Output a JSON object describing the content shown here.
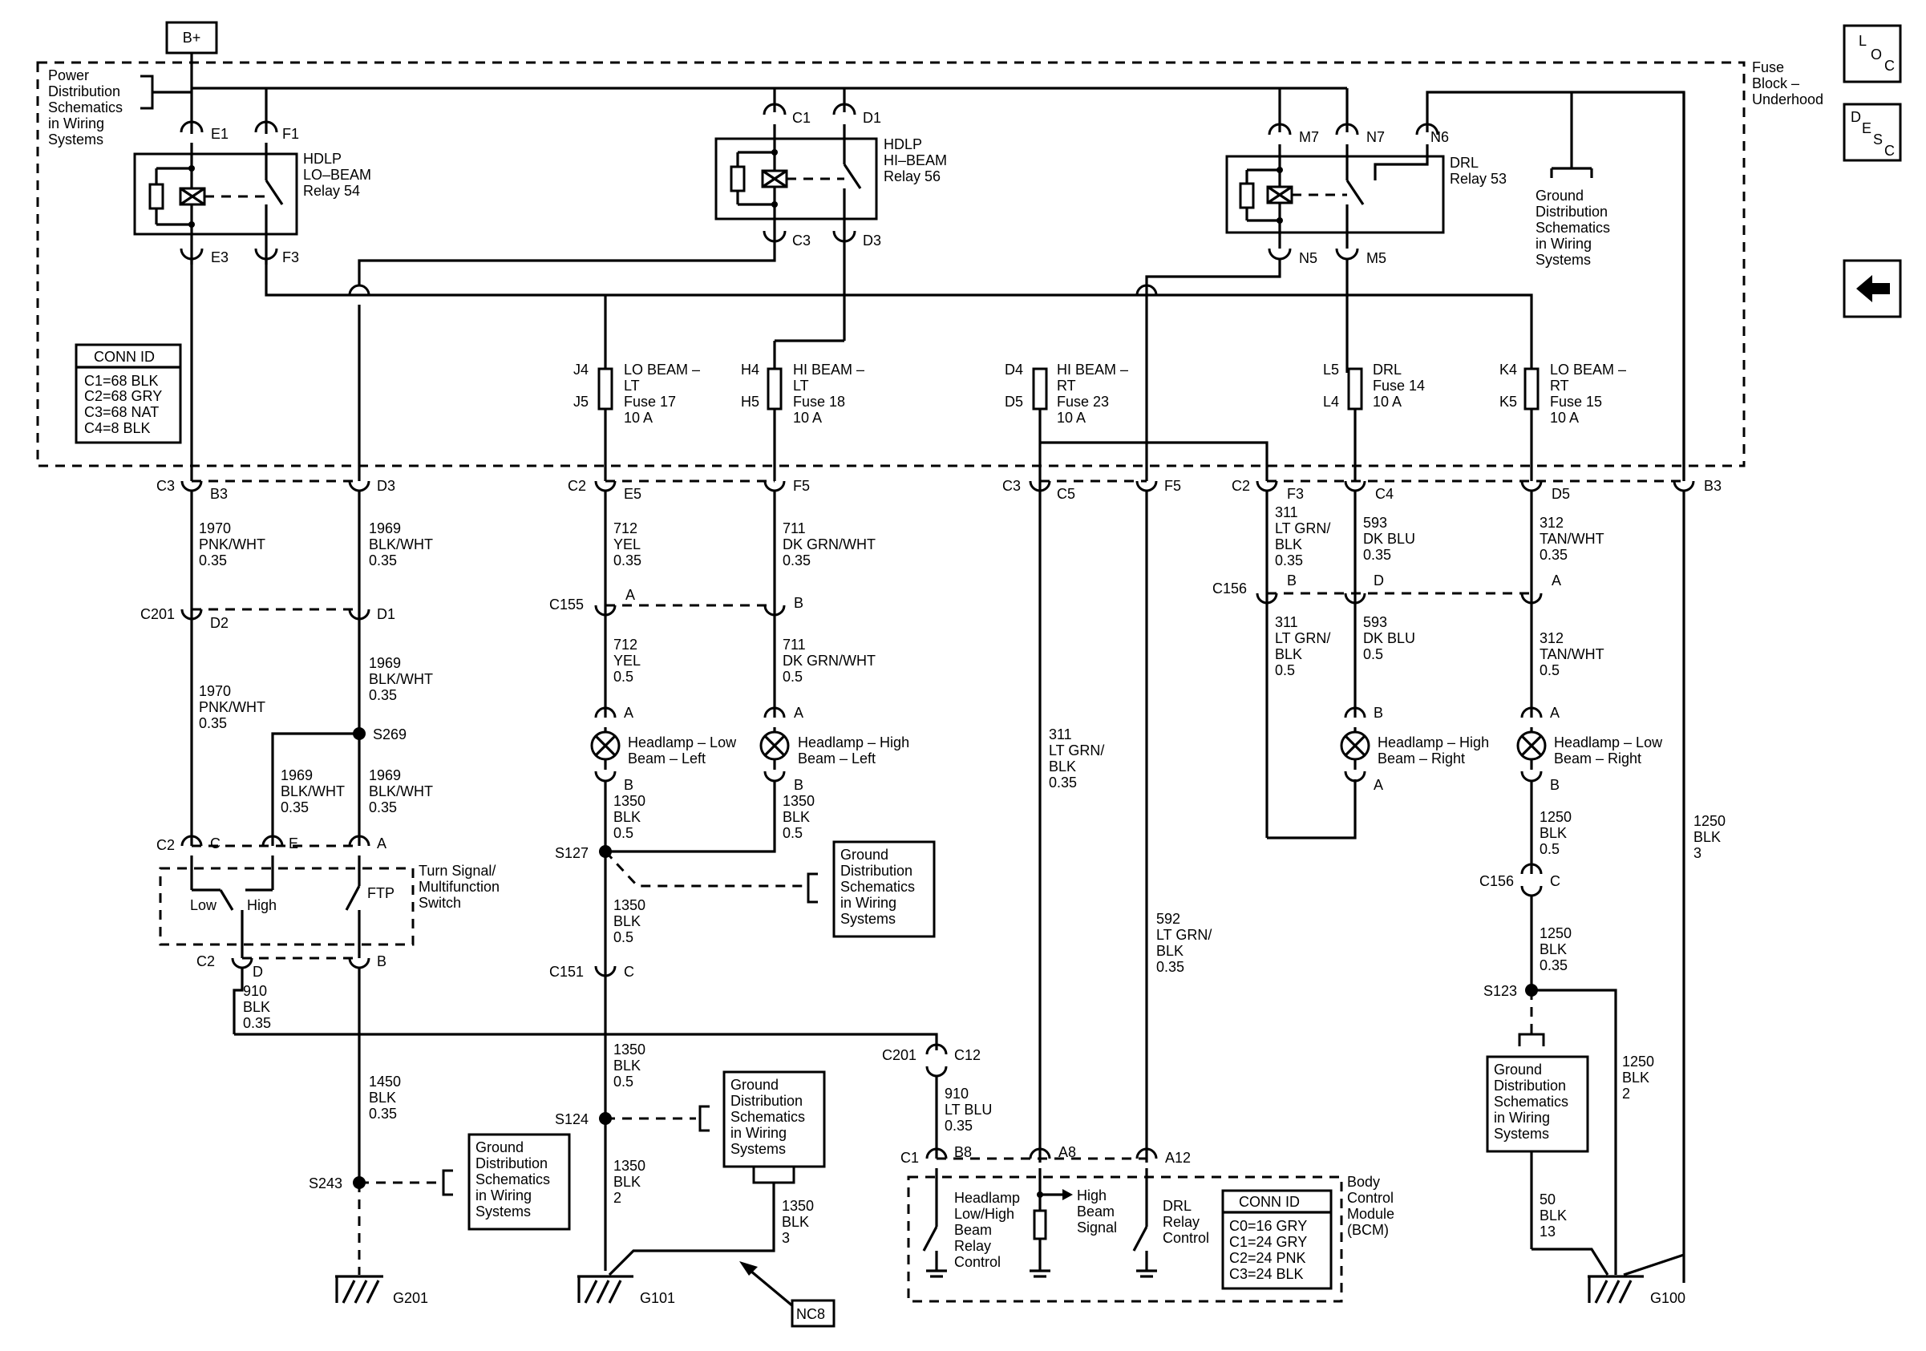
{
  "top_labels": {
    "battery": "B+",
    "power_dist": [
      "Power",
      "Distribution",
      "Schematics",
      "in Wiring",
      "Systems"
    ],
    "fuse_block": [
      "Fuse",
      "Block –",
      "Underhood"
    ]
  },
  "nav": {
    "loc": [
      "L",
      "O",
      "C"
    ],
    "desc": [
      "D",
      "E",
      "S",
      "C"
    ],
    "back_arrow": "left-arrow-icon"
  },
  "relays": {
    "lo": {
      "pins": [
        "E1",
        "F1",
        "E3",
        "F3"
      ],
      "label": [
        "HDLP",
        "LO–BEAM",
        "Relay 54"
      ]
    },
    "hi": {
      "pins": [
        "C1",
        "D1",
        "C3",
        "D3"
      ],
      "label": [
        "HDLP",
        "HI–BEAM",
        "Relay 56"
      ]
    },
    "drl": {
      "pins": [
        "M7",
        "N7",
        "N6",
        "N5",
        "M5"
      ],
      "label": [
        "DRL",
        "Relay 53"
      ]
    }
  },
  "ground_dist_top": [
    "Ground",
    "Distribution",
    "Schematics",
    "in Wiring",
    "Systems"
  ],
  "conn_id_1": {
    "title": "CONN ID",
    "rows": [
      "C1=68 BLK",
      "C2=68 GRY",
      "C3=68 NAT",
      "C4=8 BLK"
    ]
  },
  "fuses": [
    {
      "pins": [
        "J4",
        "J5"
      ],
      "label": [
        "LO BEAM –",
        "LT",
        "Fuse 17",
        "10 A"
      ]
    },
    {
      "pins": [
        "H4",
        "H5"
      ],
      "label": [
        "HI BEAM –",
        "LT",
        "Fuse 18",
        "10 A"
      ]
    },
    {
      "pins": [
        "D4",
        "D5"
      ],
      "label": [
        "HI BEAM –",
        "RT",
        "Fuse 23",
        "10 A"
      ]
    },
    {
      "pins": [
        "L5",
        "L4"
      ],
      "label": [
        "DRL",
        "Fuse 14",
        "10 A"
      ]
    },
    {
      "pins": [
        "K4",
        "K5"
      ],
      "label": [
        "LO BEAM –",
        "RT",
        "Fuse 15",
        "10 A"
      ]
    }
  ],
  "connectors_row": {
    "c3": "C3",
    "b3": "B3",
    "d3": "D3",
    "c2a": "C2",
    "e5": "E5",
    "f5": "F5",
    "c3b": "C3",
    "c5": "C5",
    "f5b": "F5",
    "c2b": "C2",
    "f3": "F3",
    "c4": "C4",
    "d5": "D5",
    "b3r": "B3"
  },
  "wires": {
    "w1970a": [
      "1970",
      "PNK/WHT",
      "0.35"
    ],
    "w1969a": [
      "1969",
      "BLK/WHT",
      "0.35"
    ],
    "w712a": [
      "712",
      "YEL",
      "0.35"
    ],
    "w711a": [
      "711",
      "DK GRN/WHT",
      "0.35"
    ],
    "w311a": [
      "311",
      "LT GRN/",
      "BLK",
      "0.35"
    ],
    "w593a": [
      "593",
      "DK BLU",
      "0.35"
    ],
    "w312a": [
      "312",
      "TAN/WHT",
      "0.35"
    ],
    "w1970b": [
      "1970",
      "PNK/WHT",
      "0.35"
    ],
    "w1969b": [
      "1969",
      "BLK/WHT",
      "0.35"
    ],
    "w1969c": [
      "1969",
      "BLK/WHT",
      "0.35"
    ],
    "w1969d": [
      "1969",
      "BLK/WHT",
      "0.35"
    ],
    "w712b": [
      "712",
      "YEL",
      "0.5"
    ],
    "w711b": [
      "711",
      "DK GRN/WHT",
      "0.5"
    ],
    "w311b": [
      "311",
      "LT GRN/",
      "BLK",
      "0.5"
    ],
    "w593b": [
      "593",
      "DK BLU",
      "0.5"
    ],
    "w312b": [
      "312",
      "TAN/WHT",
      "0.5"
    ],
    "w311c": [
      "311",
      "LT GRN/",
      "BLK",
      "0.35"
    ],
    "w592": [
      "592",
      "LT GRN/",
      "BLK",
      "0.35"
    ],
    "w1350a": [
      "1350",
      "BLK",
      "0.5"
    ],
    "w1350b": [
      "1350",
      "BLK",
      "0.5"
    ],
    "w1350c": [
      "1350",
      "BLK",
      "0.5"
    ],
    "w1350d": [
      "1350",
      "BLK",
      "0.5"
    ],
    "w1350e": [
      "1350",
      "BLK",
      "2"
    ],
    "w1350f": [
      "1350",
      "BLK",
      "3"
    ],
    "w910a": [
      "910",
      "BLK",
      "0.35"
    ],
    "w910b": [
      "910",
      "LT BLU",
      "0.35"
    ],
    "w1450": [
      "1450",
      "BLK",
      "0.35"
    ],
    "w1250a": [
      "1250",
      "BLK",
      "0.5"
    ],
    "w1250b": [
      "1250",
      "BLK",
      "0.35"
    ],
    "w1250c": [
      "1250",
      "BLK",
      "2"
    ],
    "w1250d": [
      "1250",
      "BLK",
      "3"
    ],
    "w50": [
      "50",
      "BLK",
      "13"
    ]
  },
  "c201": {
    "name": "C201",
    "d2": "D2",
    "d1": "D1"
  },
  "c155": {
    "name": "C155",
    "a": "A",
    "b": "B"
  },
  "c156": {
    "name": "C156",
    "b": "B",
    "d": "D",
    "a": "A"
  },
  "splices": {
    "s269": "S269",
    "s127": "S127",
    "s124": "S124",
    "s243": "S243",
    "s123": "S123"
  },
  "lamps": {
    "lo_left": {
      "label": [
        "Headlamp – Low",
        "Beam – Left"
      ],
      "a": "A",
      "b": "B"
    },
    "hi_left": {
      "label": [
        "Headlamp – High",
        "Beam – Left"
      ],
      "a": "A",
      "b": "B"
    },
    "hi_right": {
      "label": [
        "Headlamp – High",
        "Beam – Right"
      ],
      "a": "A",
      "b": "B"
    },
    "lo_right": {
      "label": [
        "Headlamp – Low",
        "Beam – Right"
      ],
      "a": "A",
      "b": "B"
    }
  },
  "switch": {
    "c2": "C2",
    "c": "C",
    "e": "E",
    "a": "A",
    "label": [
      "Turn Signal/",
      "Multifunction",
      "Switch"
    ],
    "low": "Low",
    "high": "High",
    "ftp": "FTP",
    "c2b": "C2",
    "d": "D",
    "b": "B"
  },
  "ground_dist": [
    "Ground",
    "Distribution",
    "Schematics",
    "in Wiring",
    "Systems"
  ],
  "c151": {
    "name": "C151",
    "pin": "C"
  },
  "c201b": {
    "name": "C201",
    "pin": "C12"
  },
  "c156b": {
    "name": "C156",
    "pin": "C"
  },
  "bcm": {
    "c1": "C1",
    "b8": "B8",
    "a8": "A8",
    "a12": "A12",
    "relay_ctrl": [
      "Headlamp",
      "Low/High",
      "Beam",
      "Relay",
      "Control"
    ],
    "hb_signal": [
      "High",
      "Beam",
      "Signal"
    ],
    "drl_ctrl": [
      "DRL",
      "Relay",
      "Control"
    ],
    "label": [
      "Body",
      "Control",
      "Module",
      "(BCM)"
    ],
    "conn_id": {
      "title": "CONN ID",
      "rows": [
        "C0=16 GRY",
        "C1=24 GRY",
        "C2=24 PNK",
        "C3=24 BLK"
      ]
    }
  },
  "grounds": {
    "g201": "G201",
    "g101": "G101",
    "g100": "G100"
  },
  "nc8": "NC8"
}
